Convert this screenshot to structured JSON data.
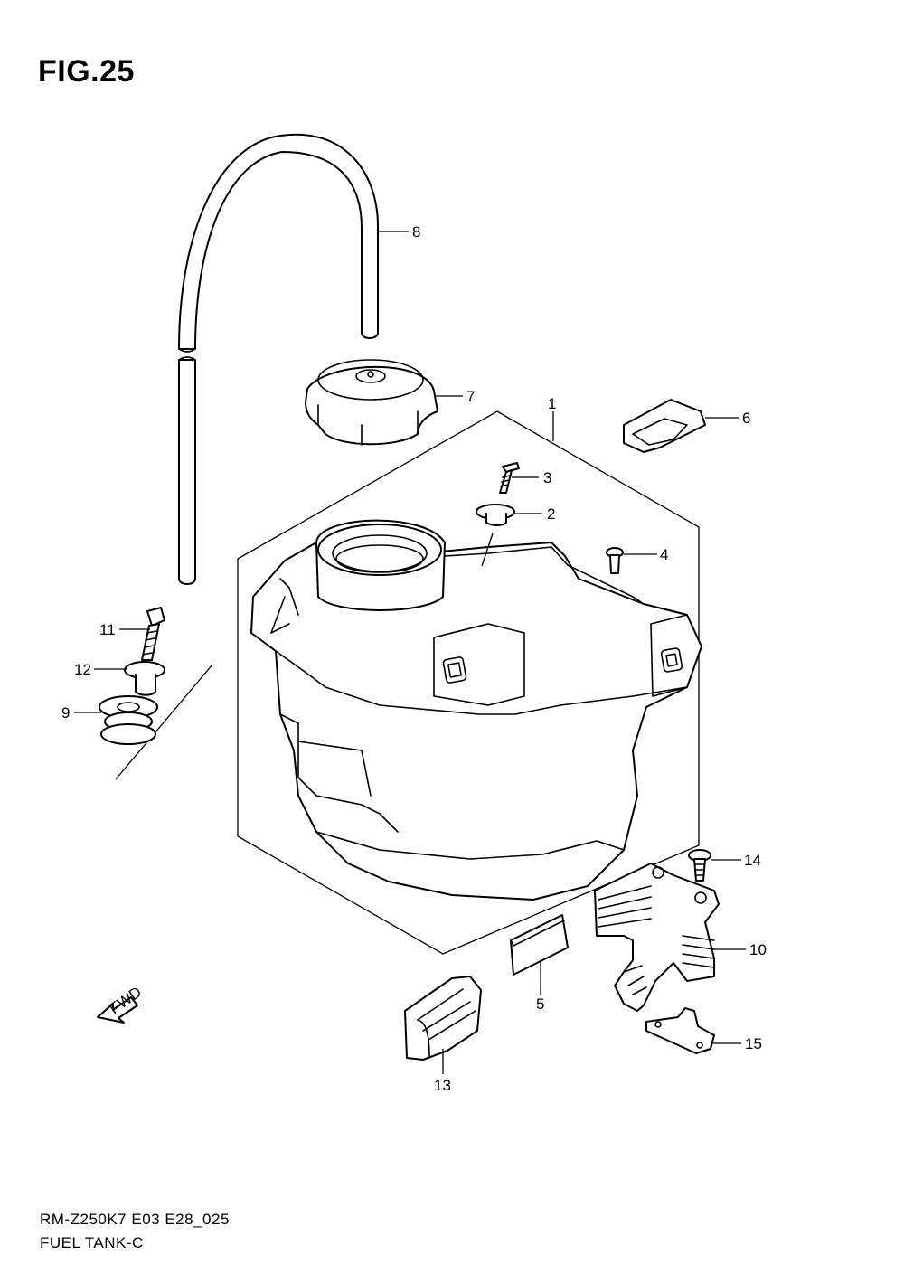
{
  "figure": {
    "title": "FIG.25"
  },
  "callouts": {
    "p1": "1",
    "p2": "2",
    "p3": "3",
    "p4": "4",
    "p5": "5",
    "p6": "6",
    "p7": "7",
    "p8": "8",
    "p9": "9",
    "p10": "10",
    "p11": "11",
    "p12": "12",
    "p13": "13",
    "p14": "14",
    "p15": "15"
  },
  "fwd_arrow": {
    "label": "FWD"
  },
  "footer": {
    "model_code": "RM-Z250K7 E03 E28_025",
    "section_name": "FUEL TANK-C"
  }
}
